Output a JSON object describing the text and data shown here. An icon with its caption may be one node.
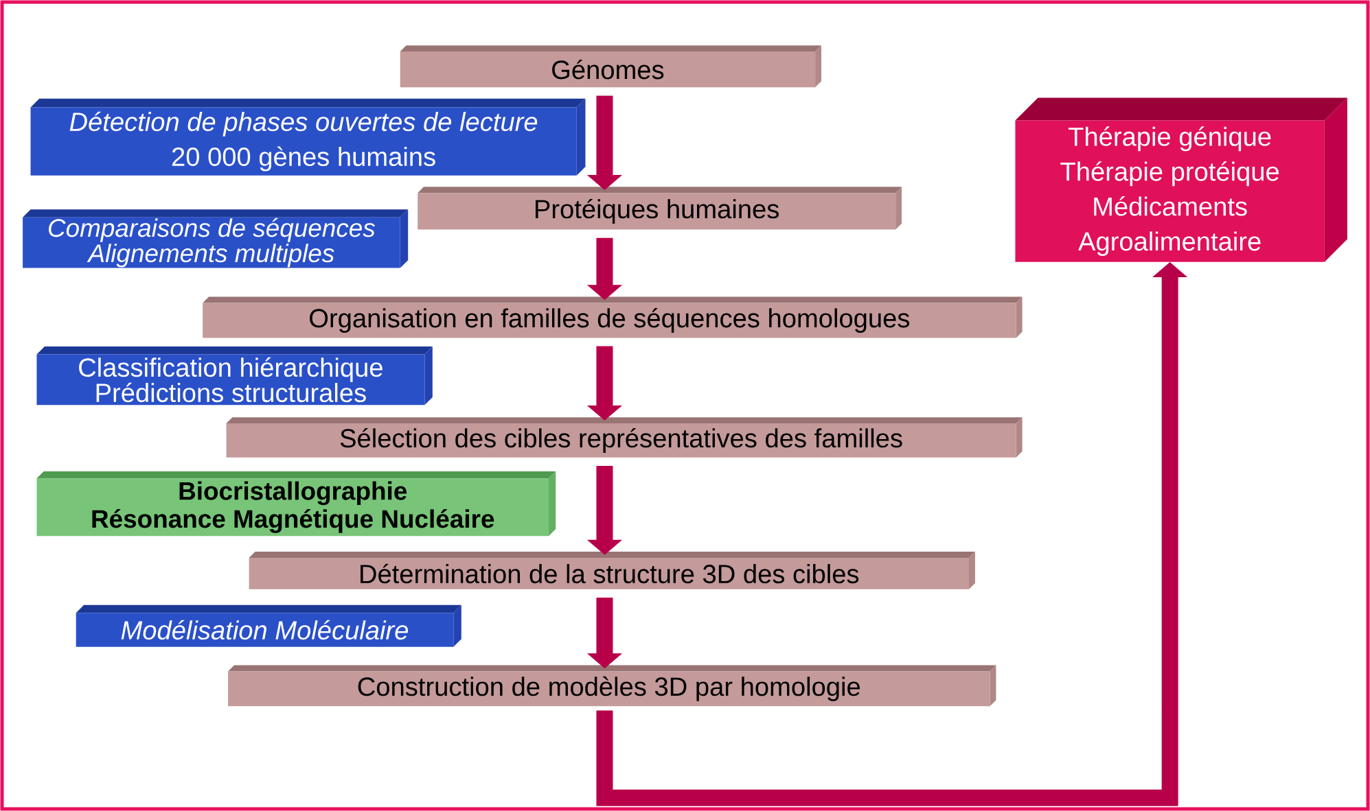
{
  "diagram": {
    "nodes": [
      {
        "text": [
          "Génomes"
        ]
      },
      {
        "text": [
          "Détection de phases ouvertes de lecture",
          "20 000 gènes humains"
        ]
      },
      {
        "text": [
          "Protéiques humaines"
        ]
      },
      {
        "text": [
          "Comparaisons de séquences",
          "Alignements multiples"
        ]
      },
      {
        "text": [
          "Organisation en familles de séquences homologues"
        ]
      },
      {
        "text": [
          "Classification hiérarchique",
          "Prédictions structurales"
        ]
      },
      {
        "text": [
          "Sélection des cibles représentatives des familles"
        ]
      },
      {
        "text": [
          "Biocristallographie",
          "Résonance Magnétique Nucléaire"
        ]
      },
      {
        "text": [
          "Détermination de la structure 3D des cibles"
        ]
      },
      {
        "text": [
          "Modélisation Moléculaire"
        ]
      },
      {
        "text": [
          "Construction de modèles 3D par homologie"
        ]
      },
      {
        "text": [
          "Thérapie génique",
          "Thérapie protéique",
          "Médicaments",
          "Agroalimentaire"
        ]
      }
    ],
    "edges": [
      {
        "from": 0,
        "to": 2,
        "arrow": "to"
      },
      {
        "from": 2,
        "to": 4,
        "arrow": "to"
      },
      {
        "from": 4,
        "to": 6,
        "arrow": "to"
      },
      {
        "from": 6,
        "to": 8,
        "arrow": "to"
      },
      {
        "from": 8,
        "to": 10,
        "arrow": "to"
      },
      {
        "from": 10,
        "to": 11,
        "arrow": "to"
      }
    ]
  }
}
